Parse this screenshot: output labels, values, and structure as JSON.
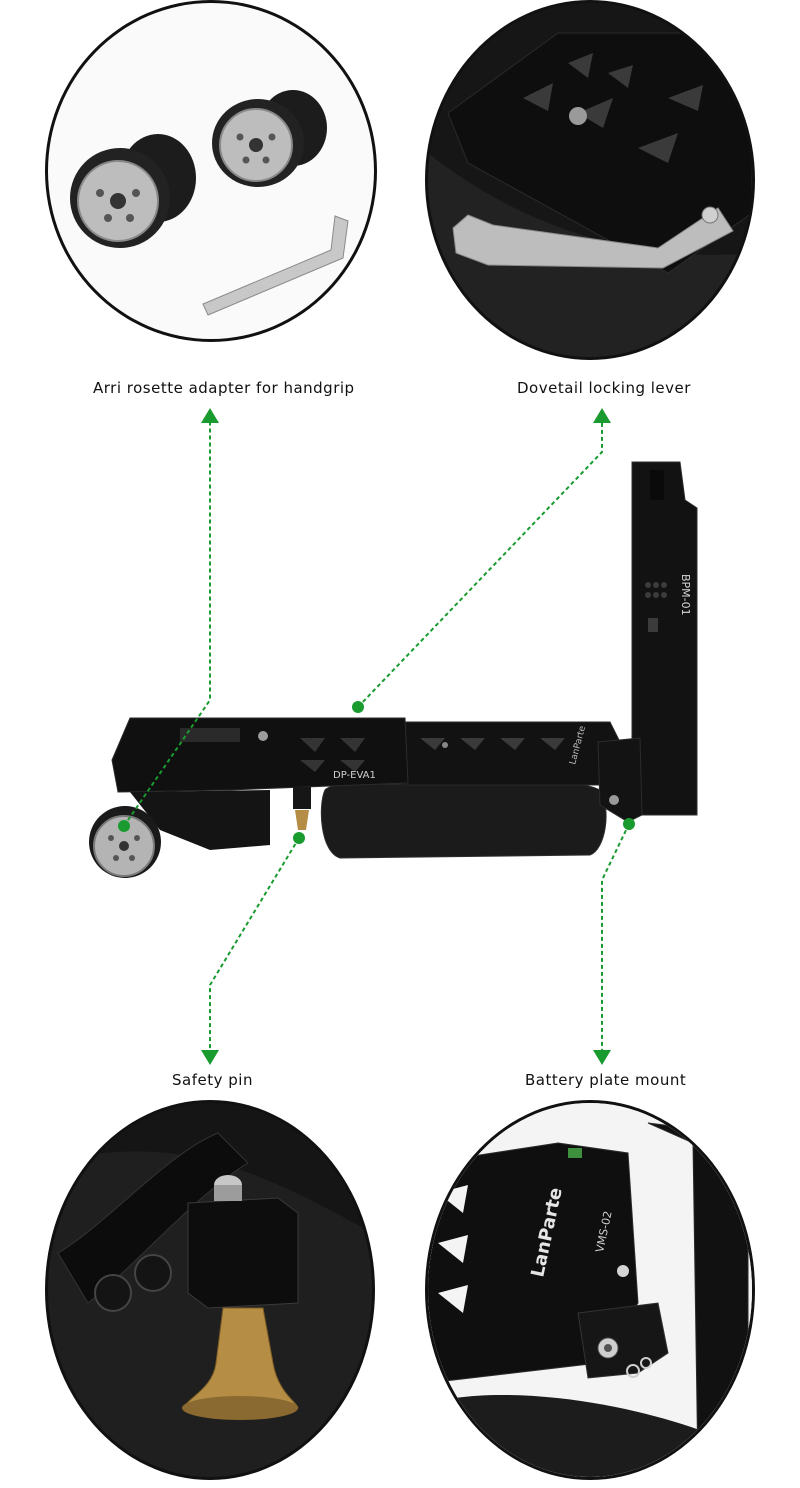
{
  "callouts": {
    "rosette": "Arri rosette adapter for handgrip",
    "lever": "Dovetail locking lever",
    "safety_pin": "Safety pin",
    "battery_mount": "Battery plate mount"
  },
  "engravings": {
    "plate_model": "DP-EVA1",
    "battery_model": "BPM-01",
    "brand": "LanParte",
    "mount_model": "VMS-02"
  },
  "colors": {
    "accent_green": "#1a9b2f",
    "product_black": "#141414",
    "metal_silver": "#b9b9b9",
    "brass": "#b58d45"
  }
}
